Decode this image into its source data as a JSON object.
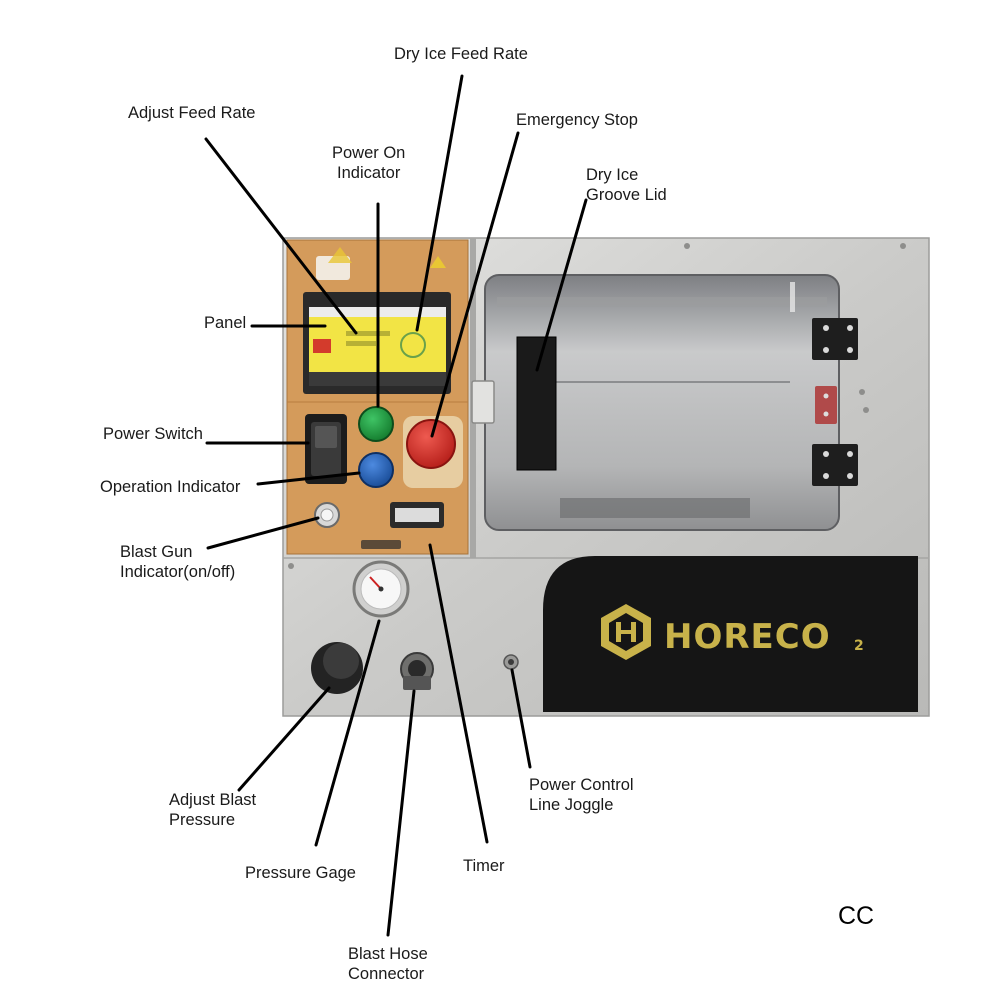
{
  "labels": {
    "dry_ice_feed_rate": "Dry Ice Feed Rate",
    "adjust_feed_rate": "Adjust Feed Rate",
    "emergency_stop": "Emergency Stop",
    "power_on_indicator": "Power On\nIndicator",
    "dry_ice_groove_lid": "Dry Ice\nGroove Lid",
    "panel": "Panel",
    "power_switch": "Power Switch",
    "operation_indicator": "Operation Indicator",
    "blast_gun_indicator": "Blast Gun\nIndicator(on/off)",
    "adjust_blast_pressure": "Adjust Blast\nPressure",
    "pressure_gage": "Pressure Gage",
    "timer": "Timer",
    "power_control_line_joggle": "Power Control\nLine Joggle",
    "blast_hose_connector": "Blast Hose\nConnector"
  },
  "brand": {
    "name": "HORECO",
    "subscript": "2"
  },
  "corner_mark": "CC",
  "colors": {
    "panel_orange": "#d39a5a",
    "steel": "#cfcfcd",
    "brand_gold": "#c8b24a",
    "stop_red": "#d42a25",
    "power_green": "#1f9a3e",
    "operation_blue": "#1f5fb8",
    "screen_yellow": "#f2e445"
  }
}
